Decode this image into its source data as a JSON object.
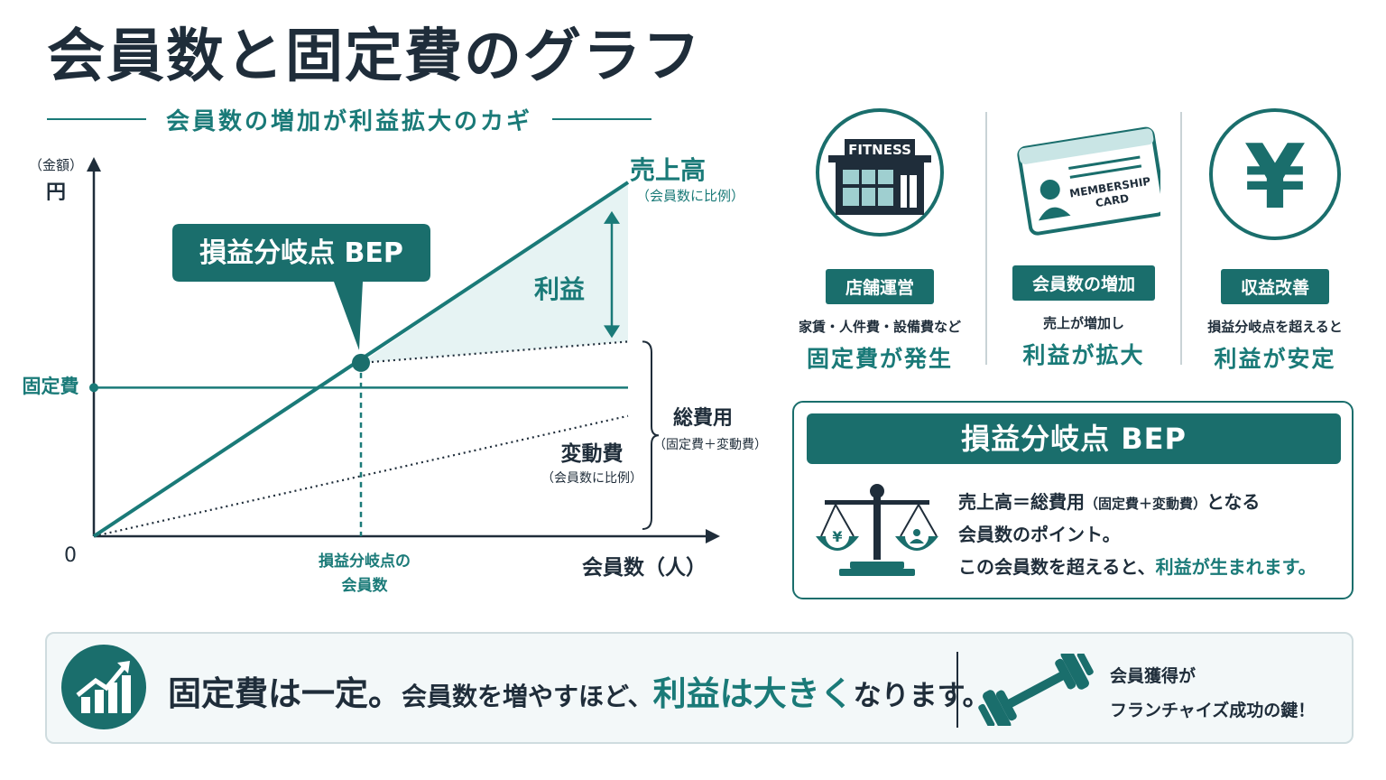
{
  "title": "会員数と固定費のグラフ",
  "subtitle": "会員数の増加が利益拡大のカギ",
  "chart_data": {
    "type": "line",
    "title": "",
    "x_axis_label": "会員数（人）",
    "y_axis_label_top": "（金額）",
    "y_axis_label": "円",
    "origin_label": "0",
    "xlim": [
      0,
      100
    ],
    "ylim": [
      0,
      100
    ],
    "grid": false,
    "series": [
      {
        "name": "売上高",
        "note": "（会員数に比例）",
        "style": "solid",
        "color": "#1a7a78",
        "points": [
          [
            0,
            0
          ],
          [
            100,
            100
          ]
        ]
      },
      {
        "name": "固定費",
        "style": "solid",
        "color": "#1a7a78",
        "points": [
          [
            0,
            42
          ],
          [
            100,
            42
          ]
        ]
      },
      {
        "name": "変動費",
        "note": "（会員数に比例）",
        "style": "dotted",
        "color": "#1f2d3a",
        "points": [
          [
            0,
            0
          ],
          [
            100,
            34
          ]
        ]
      },
      {
        "name": "",
        "style": "dotted",
        "color": "#1f2d3a",
        "points": [
          [
            50,
            49
          ],
          [
            100,
            55
          ]
        ]
      }
    ],
    "bep": {
      "x": 50,
      "y": 49,
      "callout": "損益分岐点 BEP",
      "x_label_1": "損益分岐点の",
      "x_label_2": "会員数"
    },
    "profit_label": "利益",
    "total_cost_label": "総費用",
    "total_cost_note": "（固定費＋変動費）"
  },
  "features": [
    {
      "icon": "fitness-store-icon",
      "icon_text": "FITNESS",
      "badge": "店舗運営",
      "small": "家賃・人件費・設備費など",
      "big": "固定費が発生"
    },
    {
      "icon": "membership-card-icon",
      "icon_text_1": "MEMBERSHIP",
      "icon_text_2": "CARD",
      "badge": "会員数の増加",
      "small": "売上が増加し",
      "big": "利益が拡大"
    },
    {
      "icon": "yen-icon",
      "icon_text": "¥",
      "badge": "収益改善",
      "small": "損益分岐点を超えると",
      "big": "利益が安定"
    }
  ],
  "bep_box": {
    "header": "損益分岐点 BEP",
    "line1_a": "売上高＝総費用",
    "line1_b": "（固定費＋変動費）",
    "line1_c": "となる",
    "line2": "会員数のポイント。",
    "line3_a": "この会員数を超えると、",
    "line3_b": "利益が生まれます。",
    "scale_yen": "¥"
  },
  "footer": {
    "msg_a": "固定費は一定。",
    "msg_b": "会員数を増やすほど、",
    "msg_c": "利益は大きく",
    "msg_d": "なります。",
    "side_1": "会員獲得が",
    "side_2": "フランチャイズ成功の鍵！"
  },
  "colors": {
    "accent": "#1a7a78",
    "dark": "#1f2d3a",
    "profit_fill": "#e6f3f3"
  }
}
